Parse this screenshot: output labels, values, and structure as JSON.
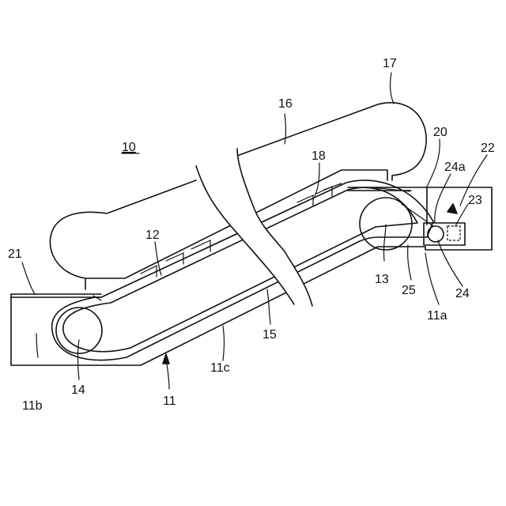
{
  "figure": {
    "title_ref": "10",
    "labels": {
      "l11": "11",
      "l11a": "11a",
      "l11b": "11b",
      "l11c": "11c",
      "l12": "12",
      "l13": "13",
      "l14": "14",
      "l15": "15",
      "l16": "16",
      "l17": "17",
      "l18": "18",
      "l20": "20",
      "l21": "21",
      "l22": "22",
      "l23": "23",
      "l24": "24",
      "l24a": "24a",
      "l25": "25"
    }
  }
}
